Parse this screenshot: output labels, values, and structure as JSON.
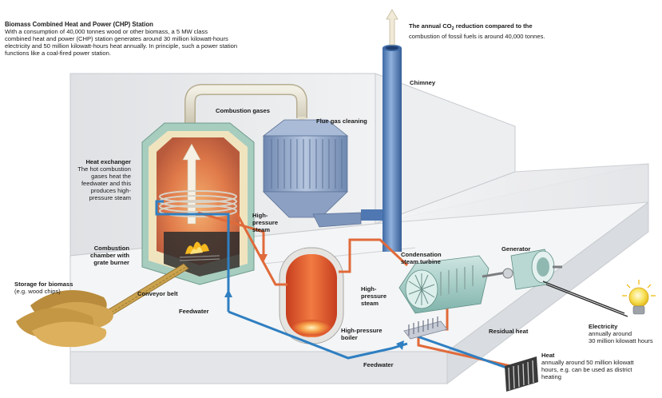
{
  "intro": {
    "title": "Biomass Combined Heat and Power (CHP) Station",
    "line1": "With a consumption of 40,000 tonnes wood or other biomass, a 5 MW class",
    "line2": "combined heat and power (CHP) station generates around 30 million kilowatt-hours",
    "line3": "electricity and 50 million kilowatt-hours heat annually. In principle, such a power station",
    "line4": "functions like a coal-fired power station."
  },
  "co2_note": {
    "pre": "The annual CO",
    "sub": "2",
    "post": " reduction compared to the",
    "line2": "combustion of fossil fuels is around 40,000 tonnes."
  },
  "labels": {
    "chimney": "Chimney",
    "combustion_gases": "Combustion gases",
    "flue_gas_cleaning": "Flue gas cleaning",
    "heat_exchanger": {
      "title": "Heat exchanger",
      "line1": "The hot combustion",
      "line2": "gases heat the",
      "line3": "feedwater and this",
      "line4": "produces high-",
      "line5": "pressure steam"
    },
    "hp_steam_top": [
      "High-",
      "pressure",
      "steam"
    ],
    "combustion_chamber": [
      "Combustion",
      "chamber with",
      "grate burner"
    ],
    "storage": [
      "Storage for biomass",
      "(e.g. wood chips)"
    ],
    "conveyor_belt": "Conveyor belt",
    "feedwater_left": "Feedwater",
    "generator": "Generator",
    "condensation_turbine": [
      "Condensation",
      "steam turbine"
    ],
    "hp_steam_mid": [
      "High-",
      "pressure",
      "steam"
    ],
    "hp_boiler": [
      "High-pressure",
      "boiler"
    ],
    "residual_heat": "Residual heat",
    "feedwater_bottom": "Feedwater",
    "electricity": {
      "title": "Electricity",
      "line1": "annually around",
      "line2": "30 million kilowatt hours"
    },
    "heat": {
      "title": "Heat",
      "line1": "annually around 50 million kilowatt",
      "line2": "hours, e.g. can be used as district",
      "line3": "heating"
    }
  },
  "colors": {
    "steam_pipe": "#e06a3a",
    "feedwater_pipe": "#2f7fc1",
    "boiler_glow": "#e8532a",
    "building_wall": "#e9eaec",
    "chimney": "#5f88bf",
    "furnace_frame": "#9ec6b8",
    "flue_filter": "#8fa6c8",
    "wood_chips": "#c99a42",
    "bulb": "#f4d23a"
  }
}
